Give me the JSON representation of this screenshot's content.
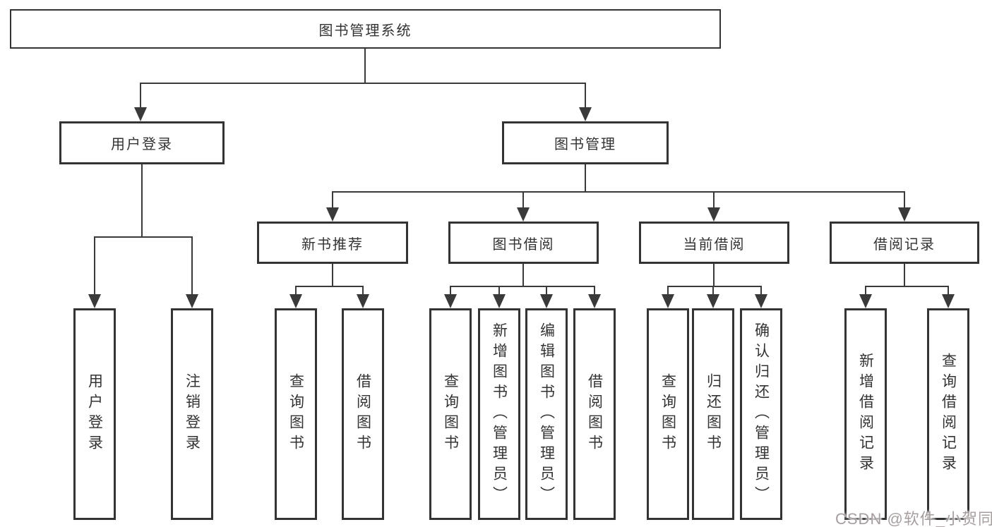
{
  "diagram": {
    "root": {
      "label": "图书管理系统"
    },
    "branches": [
      {
        "label": "用户登录",
        "children": [
          {
            "label": "用户登录"
          },
          {
            "label": "注销登录"
          }
        ]
      },
      {
        "label": "图书管理",
        "sections": [
          {
            "label": "新书推荐",
            "children": [
              {
                "label": "查询图书"
              },
              {
                "label": "借阅图书"
              }
            ]
          },
          {
            "label": "图书借阅",
            "children": [
              {
                "label": "查询图书"
              },
              {
                "label": "新增图书（管理员）"
              },
              {
                "label": "编辑图书（管理员）"
              },
              {
                "label": "借阅图书"
              }
            ]
          },
          {
            "label": "当前借阅",
            "children": [
              {
                "label": "查询图书"
              },
              {
                "label": "归还图书"
              },
              {
                "label": "确认归还（管理员）"
              }
            ]
          },
          {
            "label": "借阅记录",
            "children": [
              {
                "label": "新增借阅记录"
              },
              {
                "label": "查询借阅记录"
              }
            ]
          }
        ]
      }
    ]
  },
  "watermark": {
    "text": "CSDN @软件_小贺同学"
  },
  "colors": {
    "line": "#3a3a3a",
    "box_border": "#333333",
    "text": "#333333",
    "background": "#ffffff",
    "watermark": "#a79f9f"
  }
}
